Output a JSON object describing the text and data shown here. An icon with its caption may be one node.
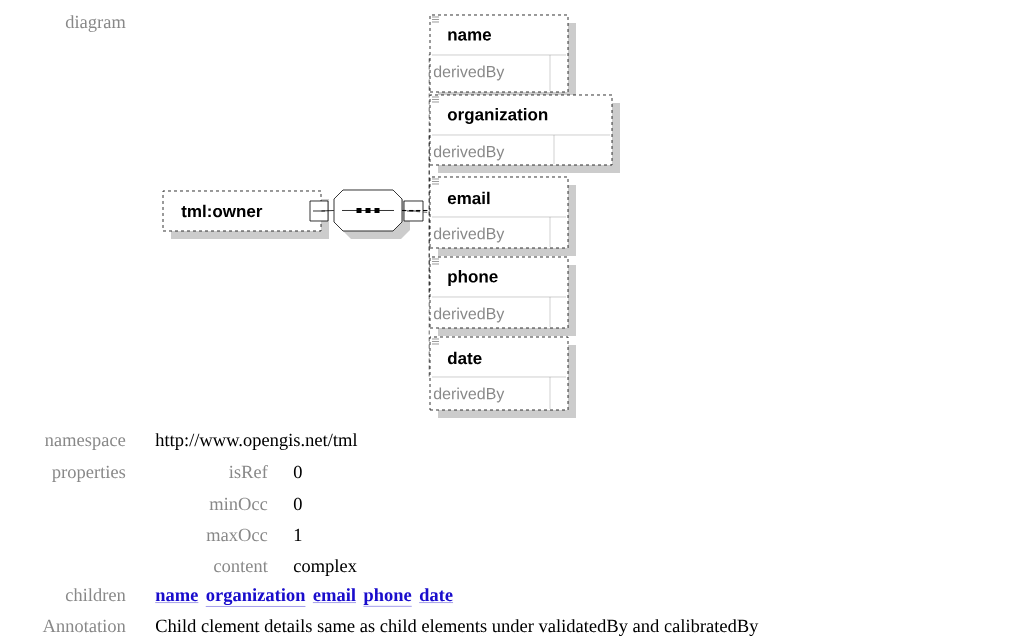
{
  "diagram": {
    "nodes": [
      {
        "text": [
          "tml:owner"
        ]
      },
      {
        "text": [],
        "shape": "octagon"
      },
      {
        "text": [
          "name",
          "derivedBy"
        ]
      },
      {
        "text": [
          "organization",
          "derivedBy"
        ]
      },
      {
        "text": [
          "email",
          "derivedBy"
        ]
      },
      {
        "text": [
          "phone",
          "derivedBy"
        ]
      },
      {
        "text": [
          "date",
          "derivedBy"
        ]
      }
    ],
    "edges": [
      {
        "from": 0,
        "to": 1,
        "arrow": "none"
      },
      {
        "from": 1,
        "to": 2,
        "arrow": "none",
        "style": "dashed"
      },
      {
        "from": 1,
        "to": 3,
        "arrow": "none",
        "style": "dashed"
      },
      {
        "from": 1,
        "to": 4,
        "arrow": "none",
        "style": "dashed"
      },
      {
        "from": 1,
        "to": 5,
        "arrow": "none",
        "style": "dashed"
      },
      {
        "from": 1,
        "to": 6,
        "arrow": "none",
        "style": "dashed"
      }
    ],
    "labels": [
      "diagram",
      "namespace",
      "http://www.opengis.net/tml",
      "properties",
      "isRef",
      "0",
      "minOcc",
      "0",
      "maxOcc",
      "1",
      "content",
      "complex",
      "children",
      "name",
      "organization",
      "email",
      "phone",
      "date",
      "Annotation",
      "Child clement details same as child elements under validatedBy and calibratedBy"
    ]
  }
}
